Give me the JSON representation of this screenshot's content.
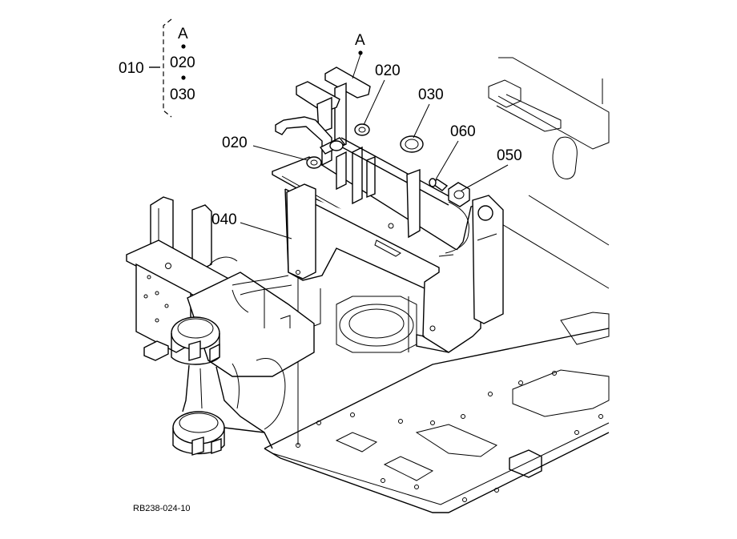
{
  "diagram": {
    "drawing_code": "RB238-024-10",
    "group_bracket": {
      "label": "010",
      "items": [
        "A",
        "020",
        "030"
      ]
    },
    "callouts": [
      {
        "id": "a-callout",
        "label": "A"
      },
      {
        "id": "020-upper",
        "label": "020"
      },
      {
        "id": "030",
        "label": "030"
      },
      {
        "id": "060",
        "label": "060"
      },
      {
        "id": "050",
        "label": "050"
      },
      {
        "id": "020-lower",
        "label": "020"
      },
      {
        "id": "040",
        "label": "040"
      }
    ]
  }
}
